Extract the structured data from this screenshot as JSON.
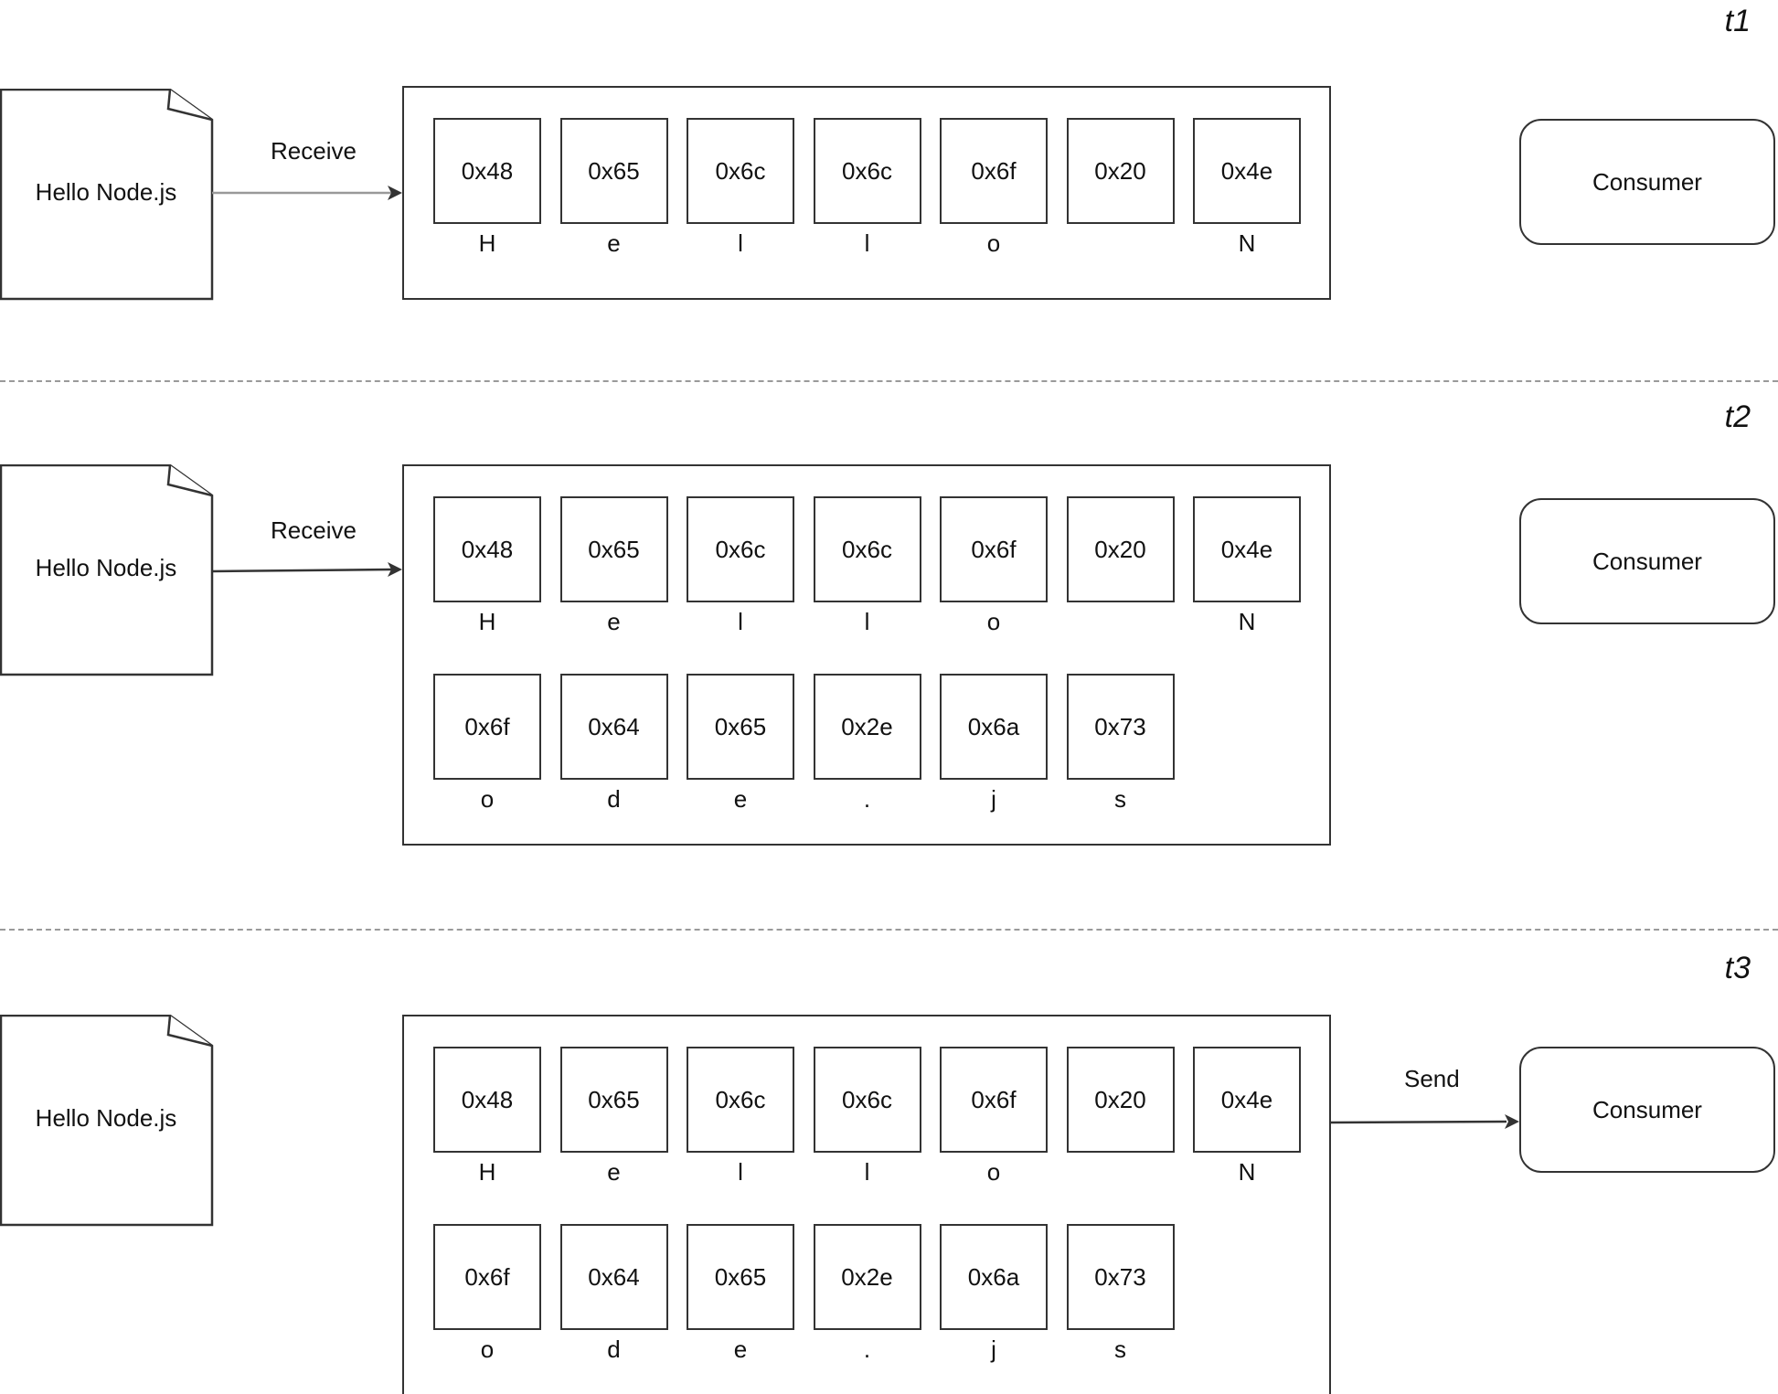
{
  "panels": [
    {
      "time": "t1",
      "document": "Hello Node.js",
      "in_arrow_label": "Receive",
      "out_arrow_label": "",
      "rows": [
        [
          {
            "hex": "0x48",
            "char": "H"
          },
          {
            "hex": "0x65",
            "char": "e"
          },
          {
            "hex": "0x6c",
            "char": "l"
          },
          {
            "hex": "0x6c",
            "char": "l"
          },
          {
            "hex": "0x6f",
            "char": "o"
          },
          {
            "hex": "0x20",
            "char": ""
          },
          {
            "hex": "0x4e",
            "char": "N"
          }
        ]
      ],
      "consumer": "Consumer"
    },
    {
      "time": "t2",
      "document": "Hello Node.js",
      "in_arrow_label": "Receive",
      "out_arrow_label": "",
      "rows": [
        [
          {
            "hex": "0x48",
            "char": "H"
          },
          {
            "hex": "0x65",
            "char": "e"
          },
          {
            "hex": "0x6c",
            "char": "l"
          },
          {
            "hex": "0x6c",
            "char": "l"
          },
          {
            "hex": "0x6f",
            "char": "o"
          },
          {
            "hex": "0x20",
            "char": ""
          },
          {
            "hex": "0x4e",
            "char": "N"
          }
        ],
        [
          {
            "hex": "0x6f",
            "char": "o"
          },
          {
            "hex": "0x64",
            "char": "d"
          },
          {
            "hex": "0x65",
            "char": "e"
          },
          {
            "hex": "0x2e",
            "char": "."
          },
          {
            "hex": "0x6a",
            "char": "j"
          },
          {
            "hex": "0x73",
            "char": "s"
          }
        ]
      ],
      "consumer": "Consumer"
    },
    {
      "time": "t3",
      "document": "Hello Node.js",
      "in_arrow_label": "",
      "out_arrow_label": "Send",
      "rows": [
        [
          {
            "hex": "0x48",
            "char": "H"
          },
          {
            "hex": "0x65",
            "char": "e"
          },
          {
            "hex": "0x6c",
            "char": "l"
          },
          {
            "hex": "0x6c",
            "char": "l"
          },
          {
            "hex": "0x6f",
            "char": "o"
          },
          {
            "hex": "0x20",
            "char": ""
          },
          {
            "hex": "0x4e",
            "char": "N"
          }
        ],
        [
          {
            "hex": "0x6f",
            "char": "o"
          },
          {
            "hex": "0x64",
            "char": "d"
          },
          {
            "hex": "0x65",
            "char": "e"
          },
          {
            "hex": "0x2e",
            "char": "."
          },
          {
            "hex": "0x6a",
            "char": "j"
          },
          {
            "hex": "0x73",
            "char": "s"
          }
        ]
      ],
      "consumer": "Consumer"
    }
  ],
  "colors": {
    "stroke": "#333333",
    "divider": "#9a9a9a",
    "text": "#111111",
    "background": "#ffffff"
  }
}
